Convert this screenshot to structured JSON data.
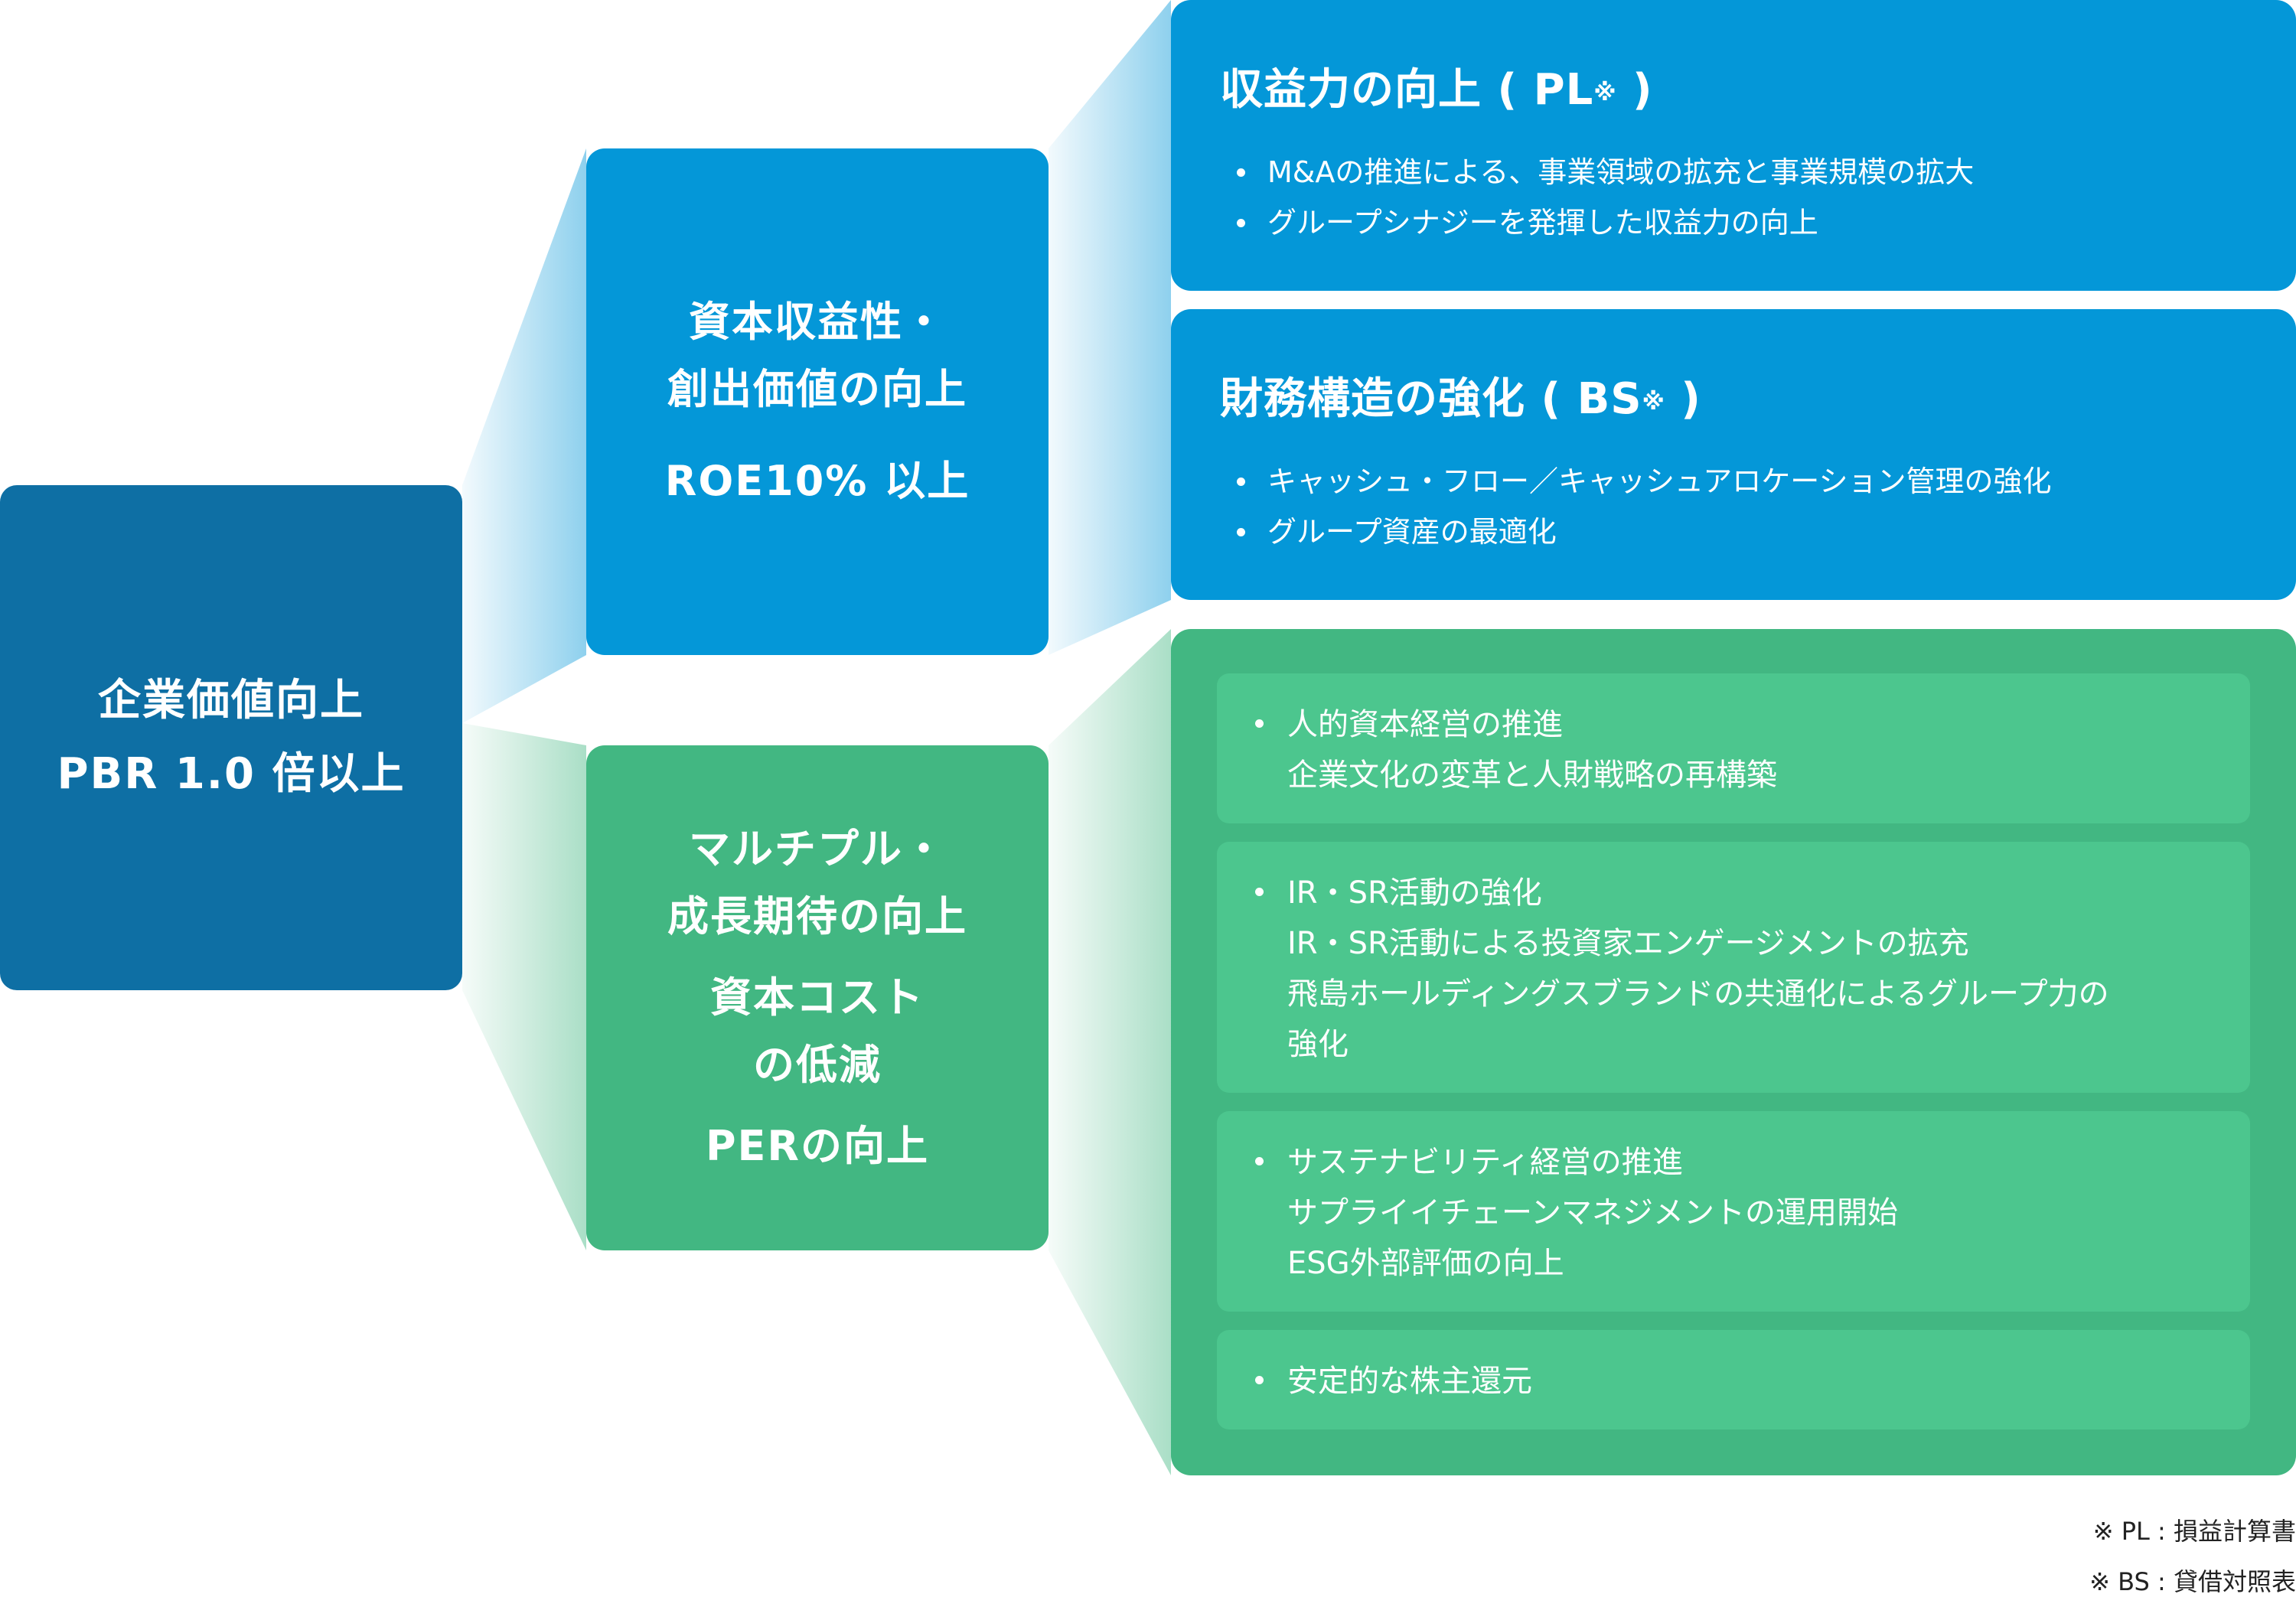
{
  "colors": {
    "root": "#0e6fa4",
    "blue": "#0497d8",
    "green": "#42b782",
    "green_card": "#4cc68e",
    "blue_connector": "#9fd4ee",
    "green_connector": "#bfe6cf"
  },
  "root": {
    "line1": "企業価値向上",
    "line2": "PBR 1.0 倍以上"
  },
  "capital": {
    "title_line1": "資本収益性・",
    "title_line2": "創出価値の向上",
    "target": "ROE10% 以上"
  },
  "multiple": {
    "title_line1": "マルチプル・",
    "title_line2": "成長期待の向上",
    "cost_line1": "資本コスト",
    "cost_line2": "の低減",
    "per": "PERの向上"
  },
  "pl_box": {
    "title": "収益力の向上 ( PL",
    "mark": "※",
    "title_end": ")",
    "items": [
      "M&Aの推進による、事業領域の拡充と事業規模の拡大",
      "グループシナジーを発揮した収益力の向上"
    ]
  },
  "bs_box": {
    "title": "財務構造の強化 ( BS",
    "mark": "※",
    "title_end": ")",
    "items": [
      "キャッシュ・フロー／キャッシュアロケーション管理の強化",
      "グループ資産の最適化"
    ]
  },
  "green_cards": [
    {
      "lines": [
        "人的資本経営の推進",
        "企業文化の変革と人財戦略の再構築"
      ]
    },
    {
      "lines": [
        "IR・SR活動の強化",
        "IR・SR活動による投資家エンゲージメントの拡充",
        "飛島ホールディングスブランドの共通化によるグループ力の",
        "強化"
      ]
    },
    {
      "lines": [
        "サステナビリティ経営の推進",
        "サプライイチェーンマネジメントの運用開始",
        "ESG外部評価の向上"
      ]
    },
    {
      "lines": [
        "安定的な株主還元"
      ]
    }
  ],
  "notes": {
    "pl": "※ PL : 損益計算書",
    "bs": "※ BS : 貸借対照表"
  }
}
